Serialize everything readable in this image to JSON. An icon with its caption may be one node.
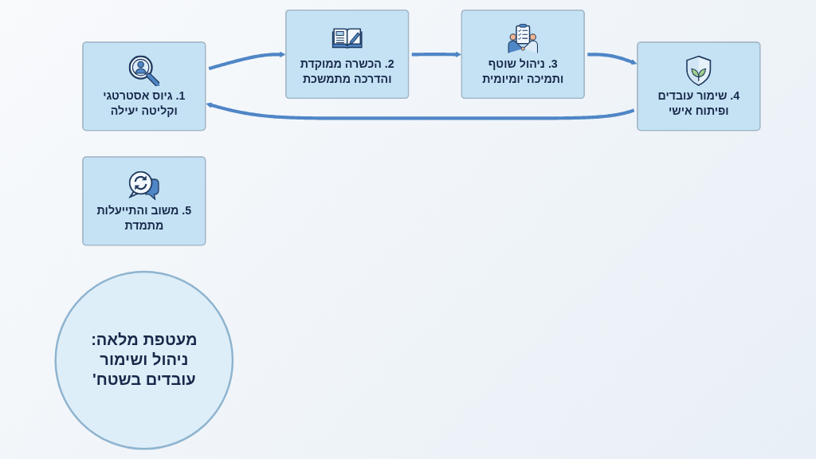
{
  "diagram": {
    "nodes": [
      {
        "text": [
          "1. גיוס אסטרטגי וקליטה יעילה"
        ]
      },
      {
        "text": [
          "2. הכשרה ממוקדת והדרכה מתמשכת"
        ]
      },
      {
        "text": [
          "3. ניהול שוטף ותמיכה יומיומית"
        ]
      },
      {
        "text": [
          "4. שימור עובדים ופיתוח אישי"
        ]
      },
      {
        "text": [
          "5. משוב והתייעלות מתמדת"
        ]
      },
      {
        "text": [
          "מעטפת מלאה: ניהול ושימור עובדים בשטח'"
        ]
      }
    ],
    "edges": [
      {
        "from": 0,
        "to": 1,
        "arrow": "to"
      },
      {
        "from": 1,
        "to": 2,
        "arrow": "to"
      },
      {
        "from": 2,
        "to": 3,
        "arrow": "to"
      },
      {
        "from": 3,
        "to": 0,
        "arrow": "to"
      }
    ]
  }
}
